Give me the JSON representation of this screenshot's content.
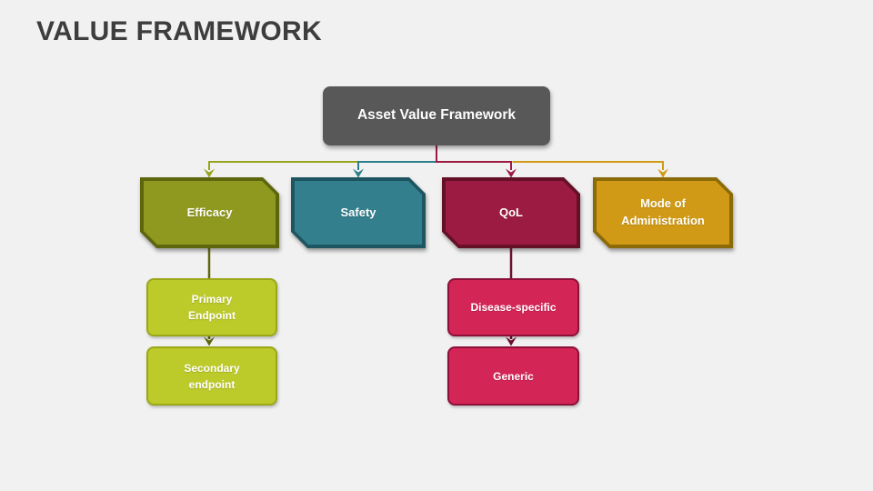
{
  "slide": {
    "title": "VALUE FRAMEWORK",
    "background_color": "#F1F1F1",
    "title_color": "#3D3D3D"
  },
  "diagram": {
    "root": {
      "label": "Asset Value Framework",
      "fill": "#585858",
      "text_color": "#FFFFFF"
    },
    "branches": [
      {
        "label": "Efficacy",
        "fill": "#8F991F",
        "border": "#5E660D",
        "connector": "#96A41D",
        "child_connector": "#5F670D",
        "children": [
          {
            "label": "Primary\nEndpoint",
            "fill": "#BCCA2A",
            "border": "#9AA817"
          },
          {
            "label": "Secondary\nendpoint",
            "fill": "#BCCA2A",
            "border": "#9AA817"
          }
        ]
      },
      {
        "label": "Safety",
        "fill": "#337F8D",
        "border": "#1D5560",
        "connector": "#2E7E8C",
        "children": []
      },
      {
        "label": "QoL",
        "fill": "#9C1B42",
        "border": "#641026",
        "connector": "#9C1B42",
        "child_connector": "#6E1030",
        "children": [
          {
            "label": "Disease-specific",
            "fill": "#D42557",
            "border": "#8C1039"
          },
          {
            "label": "Generic",
            "fill": "#D42557",
            "border": "#8C1039"
          }
        ]
      },
      {
        "label": "Mode of\nAdministration",
        "fill": "#D09A16",
        "border": "#8B6B07",
        "connector": "#D19B16",
        "children": []
      }
    ]
  }
}
